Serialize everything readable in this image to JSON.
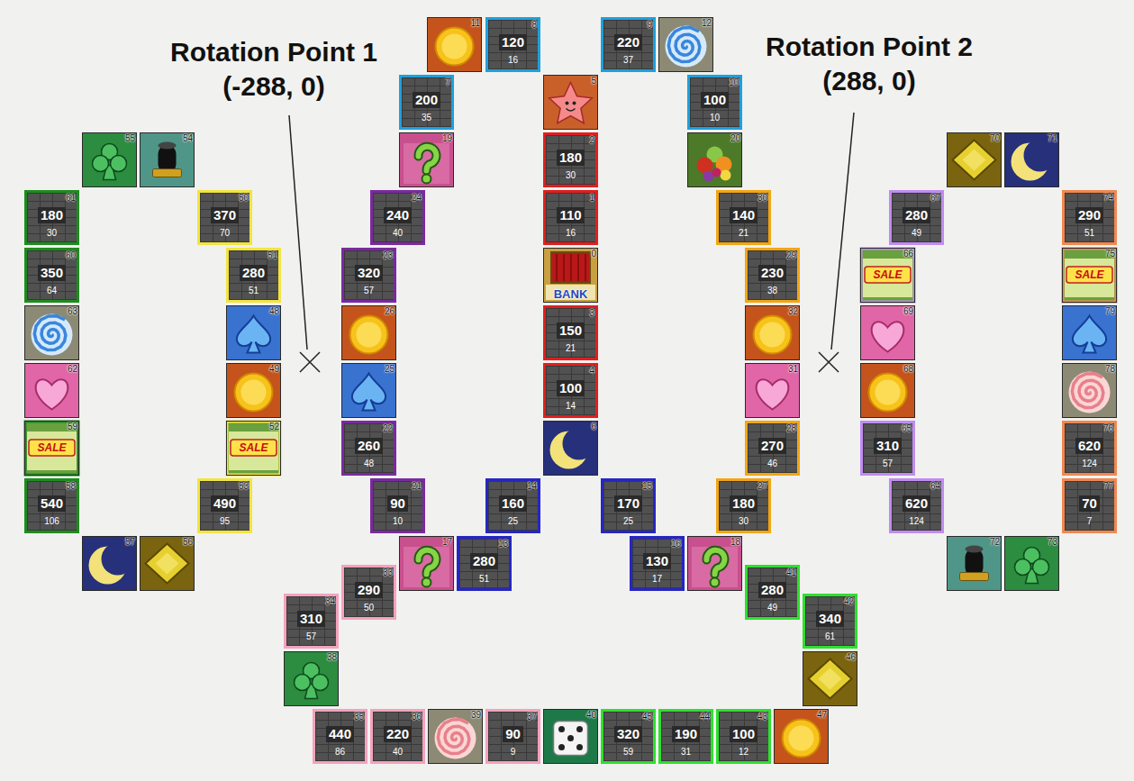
{
  "diagram": {
    "nodes": [
      {
        "text": [
          "11"
        ]
      },
      {
        "text": [
          "8",
          "120",
          "16"
        ]
      },
      {
        "text": [
          "9",
          "220",
          "37"
        ]
      },
      {
        "text": [
          "12"
        ]
      },
      {
        "text": [
          "7",
          "200",
          "35"
        ]
      },
      {
        "text": [
          "5"
        ]
      },
      {
        "text": [
          "10",
          "100",
          "10"
        ]
      },
      {
        "text": [
          "55"
        ]
      },
      {
        "text": [
          "54"
        ]
      },
      {
        "text": [
          "19"
        ]
      },
      {
        "text": [
          "2",
          "180",
          "30"
        ]
      },
      {
        "text": [
          "20"
        ]
      },
      {
        "text": [
          "70"
        ]
      },
      {
        "text": [
          "71"
        ]
      },
      {
        "text": [
          "61",
          "180",
          "30"
        ]
      },
      {
        "text": [
          "50",
          "370",
          "70"
        ]
      },
      {
        "text": [
          "24",
          "240",
          "40"
        ]
      },
      {
        "text": [
          "1",
          "110",
          "16"
        ]
      },
      {
        "text": [
          "30",
          "140",
          "21"
        ]
      },
      {
        "text": [
          "67",
          "280",
          "49"
        ]
      },
      {
        "text": [
          "74",
          "290",
          "51"
        ]
      },
      {
        "text": [
          "60",
          "350",
          "64"
        ]
      },
      {
        "text": [
          "51",
          "280",
          "51"
        ]
      },
      {
        "text": [
          "23",
          "320",
          "57"
        ]
      },
      {
        "text": [
          "0",
          "BANK"
        ]
      },
      {
        "text": [
          "29",
          "230",
          "38"
        ]
      },
      {
        "text": [
          "66",
          "SALE"
        ]
      },
      {
        "text": [
          "75",
          "SALE"
        ]
      },
      {
        "text": [
          "63"
        ]
      },
      {
        "text": [
          "48"
        ]
      },
      {
        "text": [
          "26"
        ]
      },
      {
        "text": [
          "3",
          "150",
          "21"
        ]
      },
      {
        "text": [
          "32"
        ]
      },
      {
        "text": [
          "69"
        ]
      },
      {
        "text": [
          "79"
        ]
      },
      {
        "text": [
          "62"
        ]
      },
      {
        "text": [
          "49"
        ]
      },
      {
        "text": [
          "25"
        ]
      },
      {
        "text": [
          "4",
          "100",
          "14"
        ]
      },
      {
        "text": [
          "31"
        ]
      },
      {
        "text": [
          "68"
        ]
      },
      {
        "text": [
          "78"
        ]
      },
      {
        "text": [
          "59",
          "SALE"
        ]
      },
      {
        "text": [
          "52",
          "SALE"
        ]
      },
      {
        "text": [
          "22",
          "260",
          "48"
        ]
      },
      {
        "text": [
          "6"
        ]
      },
      {
        "text": [
          "28",
          "270",
          "46"
        ]
      },
      {
        "text": [
          "65",
          "310",
          "57"
        ]
      },
      {
        "text": [
          "76",
          "620",
          "124"
        ]
      },
      {
        "text": [
          "58",
          "540",
          "106"
        ]
      },
      {
        "text": [
          "53",
          "490",
          "95"
        ]
      },
      {
        "text": [
          "21",
          "90",
          "10"
        ]
      },
      {
        "text": [
          "14",
          "160",
          "25"
        ]
      },
      {
        "text": [
          "15",
          "170",
          "25"
        ]
      },
      {
        "text": [
          "27",
          "180",
          "30"
        ]
      },
      {
        "text": [
          "64",
          "620",
          "124"
        ]
      },
      {
        "text": [
          "77",
          "70",
          "7"
        ]
      },
      {
        "text": [
          "57"
        ]
      },
      {
        "text": [
          "56"
        ]
      },
      {
        "text": [
          "17"
        ]
      },
      {
        "text": [
          "13",
          "280",
          "51"
        ]
      },
      {
        "text": [
          "16",
          "130",
          "17"
        ]
      },
      {
        "text": [
          "18"
        ]
      },
      {
        "text": [
          "72"
        ]
      },
      {
        "text": [
          "73"
        ]
      },
      {
        "text": [
          "33",
          "290",
          "50"
        ]
      },
      {
        "text": [
          "41",
          "280",
          "49"
        ]
      },
      {
        "text": [
          "34",
          "310",
          "57"
        ]
      },
      {
        "text": [
          "42",
          "340",
          "61"
        ]
      },
      {
        "text": [
          "38"
        ]
      },
      {
        "text": [
          "46"
        ]
      },
      {
        "text": [
          "35",
          "440",
          "86"
        ]
      },
      {
        "text": [
          "36",
          "220",
          "40"
        ]
      },
      {
        "text": [
          "39"
        ]
      },
      {
        "text": [
          "37",
          "90",
          "9"
        ]
      },
      {
        "text": [
          "40"
        ]
      },
      {
        "text": [
          "45",
          "320",
          "59"
        ]
      },
      {
        "text": [
          "44",
          "190",
          "31"
        ]
      },
      {
        "text": [
          "43",
          "100",
          "12"
        ]
      },
      {
        "text": [
          "47"
        ]
      }
    ],
    "labels": [
      "Rotation Point 1",
      "(-288, 0)",
      "Rotation Point 2",
      "(288, 0)"
    ]
  }
}
